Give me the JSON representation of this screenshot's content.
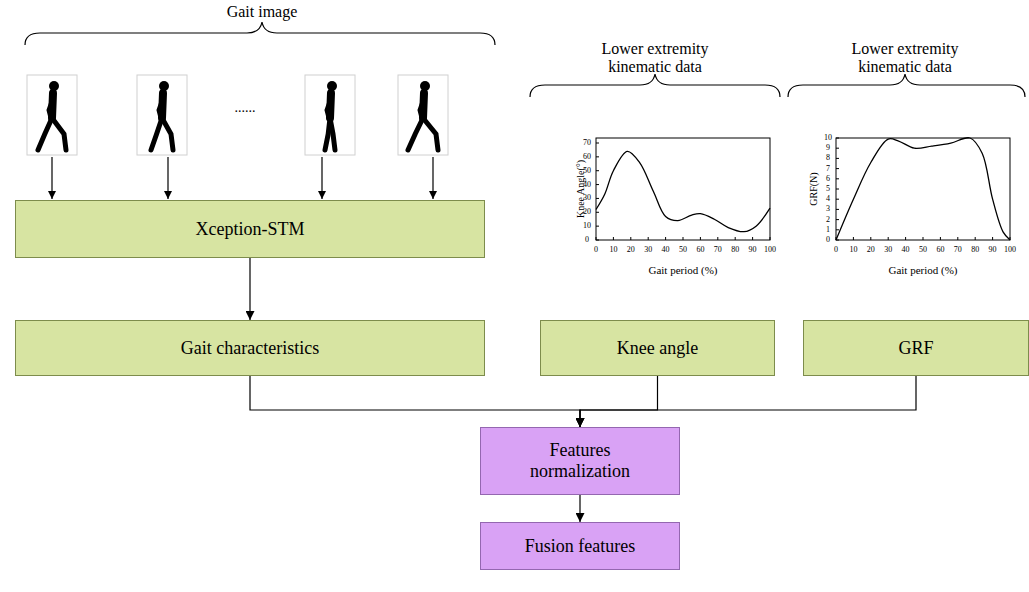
{
  "diagram": {
    "nodes": [
      {
        "text": [
          "Xception-STM"
        ]
      },
      {
        "text": [
          "Gait characteristics"
        ]
      },
      {
        "text": [
          "Knee angle"
        ]
      },
      {
        "text": [
          "GRF"
        ]
      },
      {
        "text": [
          "Features normalization"
        ]
      },
      {
        "text": [
          "Fusion features"
        ]
      }
    ],
    "edges": [
      {
        "from": 0,
        "to": 1,
        "arrow": "to"
      },
      {
        "from": 1,
        "to": 4,
        "arrow": "to"
      },
      {
        "from": 2,
        "to": 4,
        "arrow": "to"
      },
      {
        "from": 3,
        "to": 4,
        "arrow": "to"
      },
      {
        "from": 4,
        "to": 5,
        "arrow": "to"
      }
    ],
    "labels": [
      "Gait image",
      "......",
      "Lower extremity kinematic data",
      "Lower extremity kinematic data",
      "Knee Angle(°)",
      "Gait period (%)",
      "0",
      "10",
      "20",
      "30",
      "40",
      "50",
      "60",
      "70",
      "0",
      "10",
      "20",
      "30",
      "40",
      "50",
      "60",
      "70",
      "80",
      "90",
      "100",
      "GRF(N)",
      "Gait period (%)",
      "0",
      "1",
      "2",
      "3",
      "4",
      "5",
      "6",
      "7",
      "8",
      "9",
      "10",
      "0",
      "10",
      "20",
      "30",
      "40",
      "50",
      "60",
      "70",
      "80",
      "90",
      "100"
    ]
  }
}
